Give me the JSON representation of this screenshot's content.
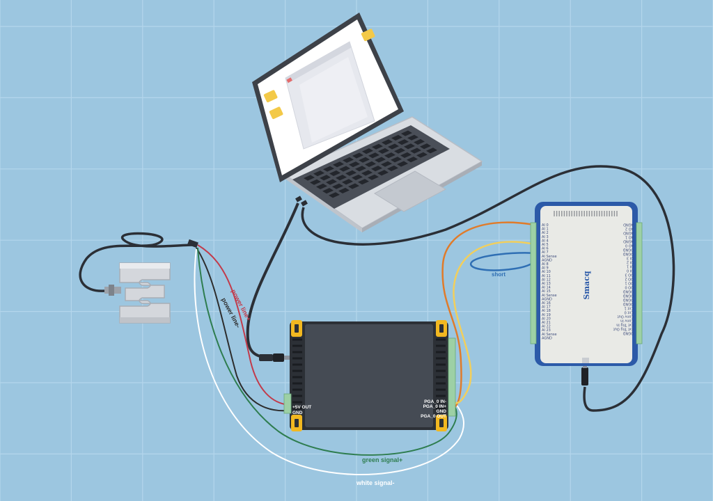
{
  "wire_labels": {
    "power_plus": "power line+",
    "power_minus": "power line-",
    "green_signal": "green signal+",
    "white_signal": "white signal-",
    "short": "short"
  },
  "amplifier": {
    "left_pins": [
      "+5V OUT",
      "GND"
    ],
    "right_pins": [
      "PGA_0 IN-",
      "PGA_0 IN+",
      "GND",
      "PGA_0 OUT"
    ]
  },
  "daq": {
    "brand": "Smacq",
    "left_pins": [
      "AI 0",
      "AI 1",
      "AI 2",
      "AI 3",
      "AI 4",
      "AI 5",
      "AI 6",
      "AI 7",
      "AI Sense",
      "AGND",
      "AI 8",
      "AI 9",
      "AI 10",
      "AI 11",
      "AI 12",
      "AI 13",
      "AI 14",
      "AI 15",
      "AI Sense",
      "AGND",
      "AI 16",
      "AI 17",
      "AI 18",
      "AI 19",
      "AI 20",
      "AI 21",
      "AI 22",
      "AI 23",
      "AI Sense",
      "AGND"
    ],
    "right_pins": [
      "AGND",
      "AO 2",
      "AGND",
      "AO 1",
      "AGND",
      "AO 0",
      "DGND",
      "DGND",
      "DI 3",
      "DI 2",
      "DI 1",
      "DI 0",
      "DO 3",
      "DO 2",
      "DO 1",
      "DO 0",
      "DGND",
      "DGND",
      "DGND",
      "DGND",
      "Cnt 1",
      "Cnt 0",
      "Conv Out",
      "Conv In",
      "Ext Trig In",
      "Ext Trig Out",
      "DGND"
    ]
  },
  "colors": {
    "background": "#9cc6e0",
    "grid": "#b4d6ec",
    "power_plus": "#c23a4a",
    "power_minus": "#2d2d2d",
    "green_signal": "#2e7d4f",
    "white_signal": "#ffffff",
    "orange_wire": "#e07b2a",
    "yellow_wire": "#f2cf5c",
    "blue_wire": "#2f6fb4",
    "daq_frame": "#2c5aa8"
  }
}
